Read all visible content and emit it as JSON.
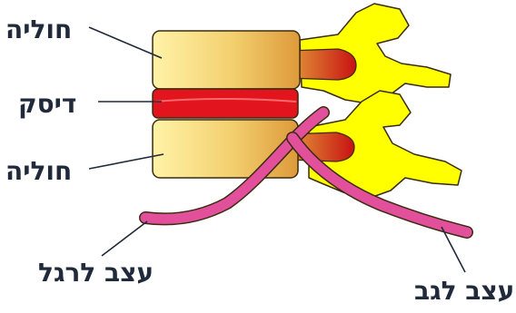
{
  "labels": {
    "vertebra_top": "חוליה",
    "disc": "דיסק",
    "vertebra_bottom": "חוליה",
    "nerve_leg": "עצב לרגל",
    "nerve_back": "עצב לגב"
  },
  "colors": {
    "vertebra_light": "#fff0a0",
    "vertebra_dark": "#e2a040",
    "disc": "#e2141e",
    "process": "#ffff00",
    "canal_red": "#cc1010",
    "nerve": "#e2509c",
    "text": "#202a3a",
    "outline": "#3a2a10"
  }
}
